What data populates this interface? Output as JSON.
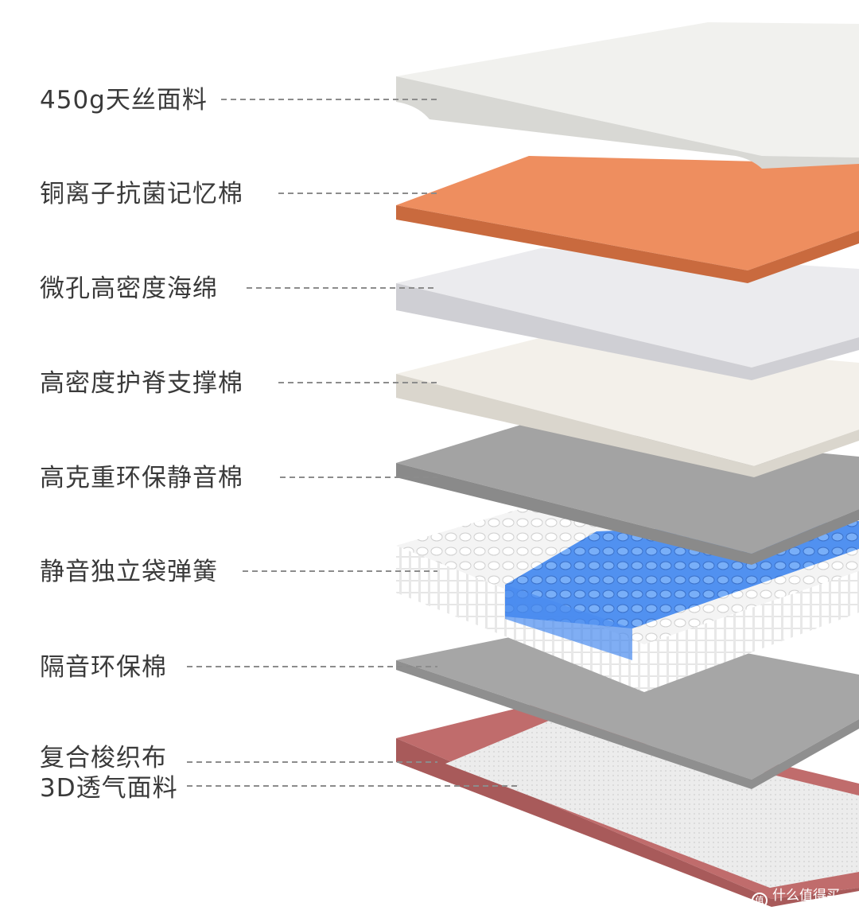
{
  "layers": [
    {
      "label": "450g天丝面料",
      "color": "#f1f1ee"
    },
    {
      "label": "铜离子抗菌记忆棉",
      "color": "#ee8e5f"
    },
    {
      "label": "微孔高密度海绵",
      "color": "#ebebee"
    },
    {
      "label": "高密度护脊支撑棉",
      "color": "#f3f0ea"
    },
    {
      "label": "高克重环保静音棉",
      "color": "#a3a3a3"
    },
    {
      "label": "静音独立袋弹簧",
      "color": "#f4f4f4",
      "accent": "#3b7fe8"
    },
    {
      "label": "隔音环保棉",
      "color": "#a6a6a6"
    },
    {
      "label": "复合梭织布\n3D透气面料",
      "color": "#c06c6c"
    }
  ],
  "watermark": {
    "text": "什么值得买",
    "icon": "smzdm-logo-icon"
  }
}
